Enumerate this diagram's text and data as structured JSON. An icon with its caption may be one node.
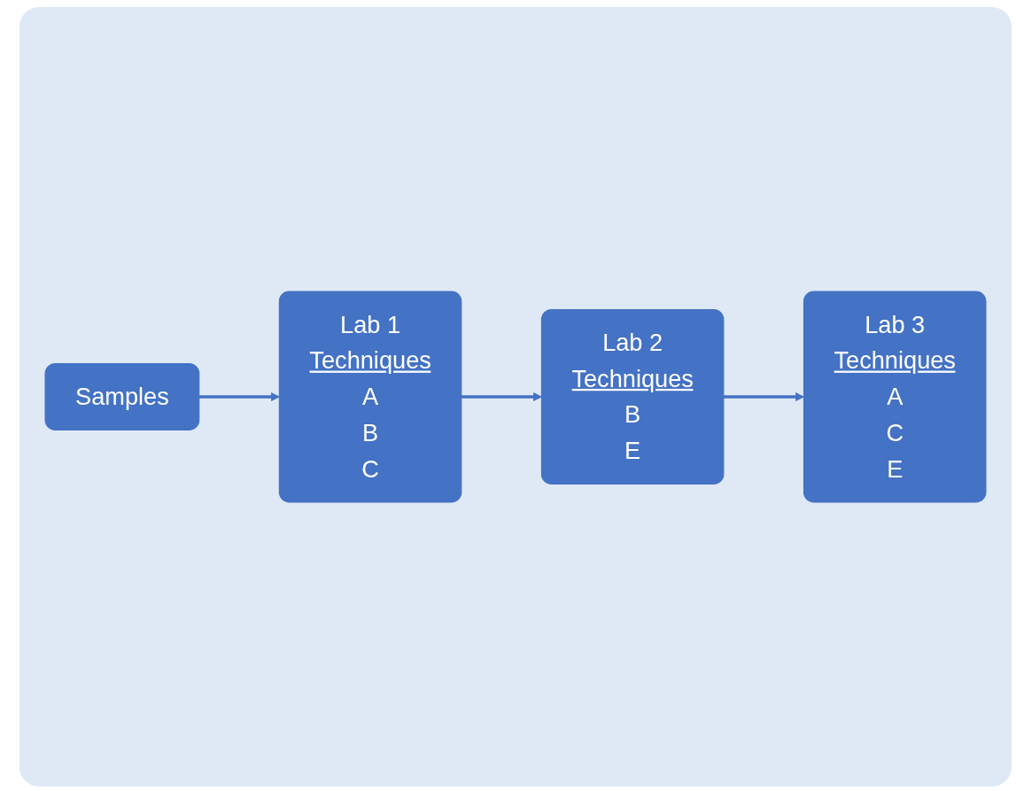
{
  "diagram": {
    "nodes": [
      {
        "text": [
          "Samples"
        ]
      },
      {
        "text": [
          "Lab 1",
          "Techniques",
          "A",
          "B",
          "C"
        ]
      },
      {
        "text": [
          "Lab 2",
          "Techniques",
          "B",
          "E"
        ]
      },
      {
        "text": [
          "Lab 3",
          "Techniques",
          "A",
          "C",
          "E"
        ]
      }
    ],
    "edges": [
      {
        "from": 0,
        "to": 1,
        "arrow": "to"
      },
      {
        "from": 1,
        "to": 2,
        "arrow": "to"
      },
      {
        "from": 2,
        "to": 3,
        "arrow": "to"
      }
    ]
  }
}
